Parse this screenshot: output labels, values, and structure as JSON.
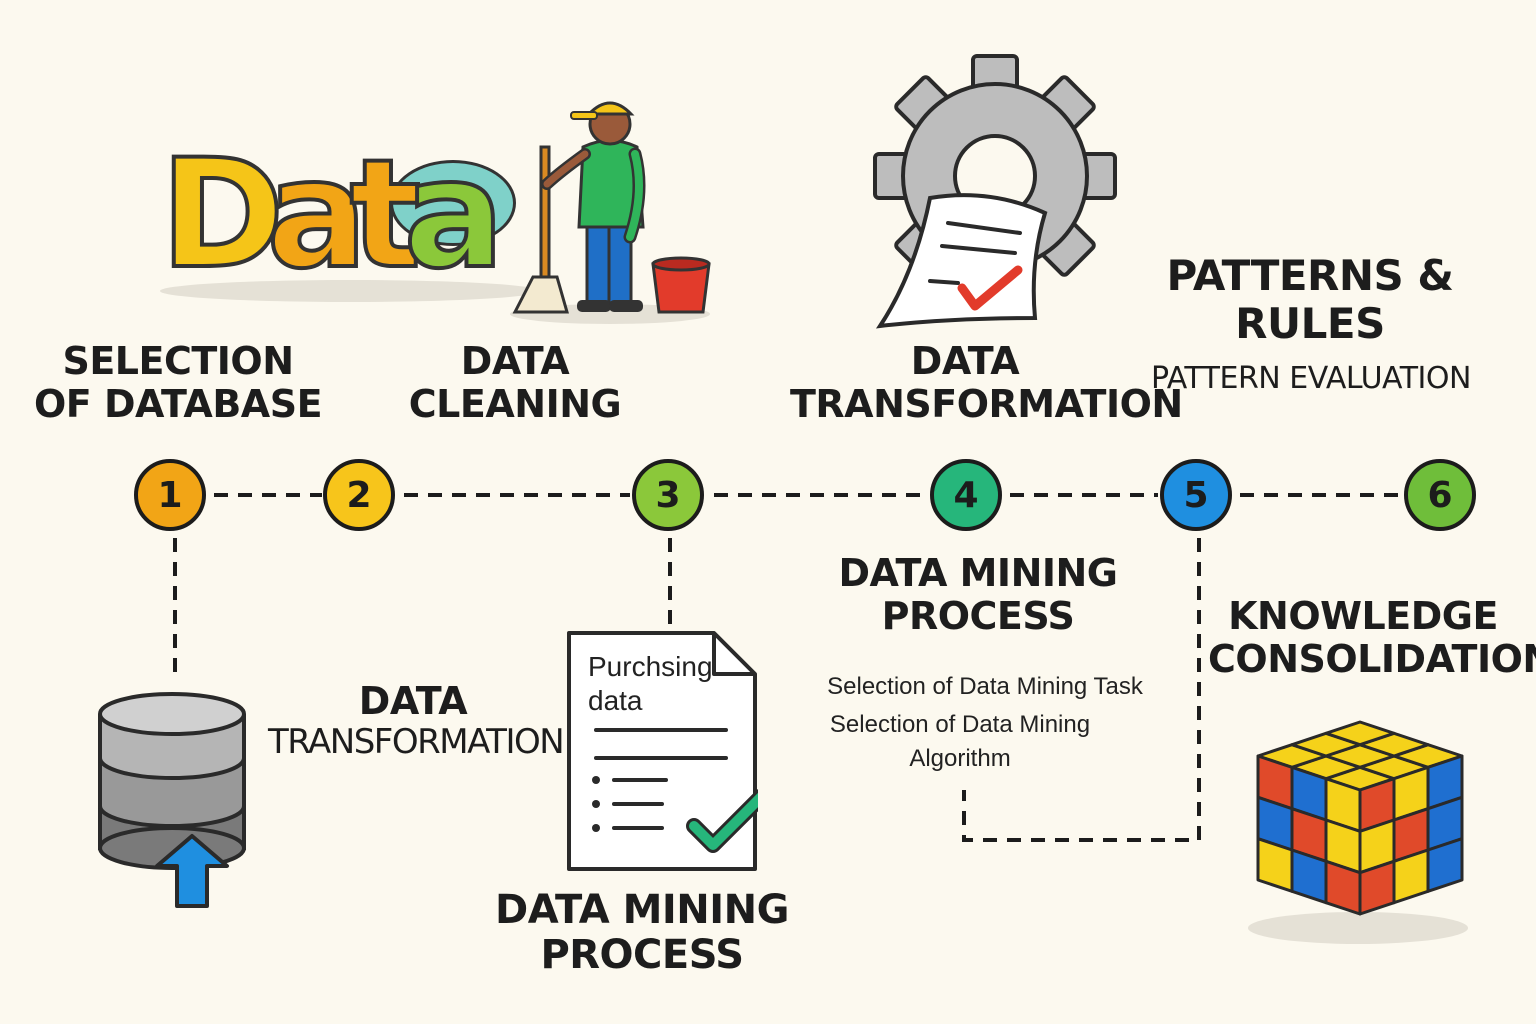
{
  "steps": [
    {
      "number": "1",
      "color": "#f2a516"
    },
    {
      "number": "2",
      "color": "#f7c51b"
    },
    {
      "number": "3",
      "color": "#8bc83a"
    },
    {
      "number": "4",
      "color": "#26b67b"
    },
    {
      "number": "5",
      "color": "#1f8fe0"
    },
    {
      "number": "6",
      "color": "#6fbe3a"
    }
  ],
  "labels": {
    "selection_of_database": [
      "SELECTION",
      "OF DATABASE"
    ],
    "data_cleaning": [
      "DATA",
      "CLEANING"
    ],
    "data_transformation_top": [
      "DATA",
      "TRANSFORMATION"
    ],
    "patterns_rules": [
      "PATTERNS &",
      "RULES"
    ],
    "pattern_evaluation": "PATTERN EVALUATION",
    "data_transformation_bottom": [
      "DATA",
      "TRANSFORMATION"
    ],
    "data_mining_process_mid": [
      "DATA MINING",
      "PROCESS"
    ],
    "data_mining_process_bottom": [
      "DATA MINING",
      "PROCESS"
    ],
    "knowledge_consolidation": [
      "KNOWLEDGE",
      "CONSOLIDATION"
    ],
    "mining_task": "Selection of Data Mining Task",
    "mining_algorithm": [
      "Selection of Data Mining",
      "Algorithm"
    ]
  },
  "data_logo": {
    "letters": [
      "D",
      "a",
      "t",
      "a"
    ],
    "colors": [
      "#f5c518",
      "#f2a516",
      "#f2a516",
      "#8bc83a"
    ]
  },
  "document": {
    "title_lines": [
      "Purchsing",
      "data"
    ]
  },
  "icons": [
    "data-logo-icon",
    "janitor-icon",
    "broom-icon",
    "bucket-icon",
    "gear-icon",
    "checklist-icon",
    "database-icon",
    "upload-arrow-icon",
    "document-icon",
    "checkmark-icon",
    "rubiks-cube-icon"
  ]
}
